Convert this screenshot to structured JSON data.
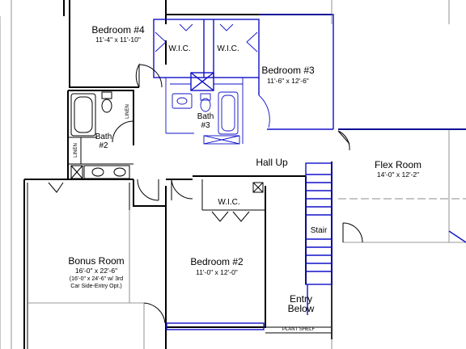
{
  "rooms": {
    "bedroom4": {
      "name": "Bedroom #4",
      "dims": "11'-4\" x 11'-10\""
    },
    "bedroom3": {
      "name": "Bedroom #3",
      "dims": "11'-6\" x 12'-6\""
    },
    "flex": {
      "name": "Flex Room",
      "dims": "14'-0\" x 12'-2\""
    },
    "bonus": {
      "name": "Bonus Room",
      "dims": "16'-0\" x 22'-6\"",
      "note1": "(16'-0\" x 24'-6\" w/ 3rd",
      "note2": "Car Side-Entry Opt.)"
    },
    "bedroom2": {
      "name": "Bedroom #2",
      "dims": "11'-0\" x 12'-0\""
    }
  },
  "labels": {
    "wic_left": "W.I.C.",
    "wic_right": "W.I.C.",
    "wic_bed2": "W.I.C.",
    "bath3_line1": "Bath",
    "bath3_line2": "#3",
    "bath2_line1": "Bath",
    "bath2_line2": "#2",
    "linen_upper": "LINEN",
    "linen_lower": "LINEN",
    "hall": "Hall Up",
    "stair": "Stair",
    "entry_line1": "Entry",
    "entry_line2": "Below",
    "plant_shelf": "PLANT SHELF"
  },
  "colors": {
    "walls": "#000000",
    "highlight": "#1010c8"
  }
}
